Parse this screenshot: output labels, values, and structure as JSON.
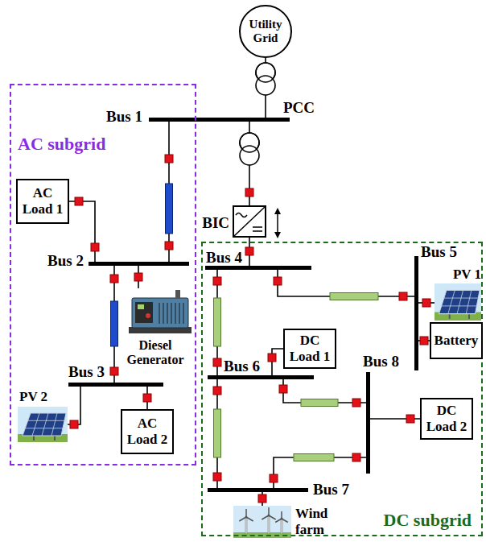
{
  "diagram": {
    "nodes": [
      {
        "text": [
          "Utility Grid"
        ]
      },
      {
        "text": [
          "Bus 1",
          "PCC"
        ]
      },
      {
        "text": [
          "AC subgrid"
        ]
      },
      {
        "text": [
          "AC Load 1"
        ],
        "in": 2
      },
      {
        "text": [
          "Bus 2"
        ],
        "in": 2
      },
      {
        "text": [
          "Diesel Generator"
        ],
        "in": 2
      },
      {
        "text": [
          "Bus 3"
        ],
        "in": 2
      },
      {
        "text": [
          "PV 2"
        ],
        "in": 2
      },
      {
        "text": [
          "AC Load 2"
        ],
        "in": 2
      },
      {
        "text": [
          "BIC"
        ]
      },
      {
        "text": [
          "DC subgrid"
        ]
      },
      {
        "text": [
          "Bus 4"
        ],
        "in": 10
      },
      {
        "text": [
          "Bus 5"
        ],
        "in": 10
      },
      {
        "text": [
          "PV 1"
        ],
        "in": 10
      },
      {
        "text": [
          "Battery"
        ],
        "in": 10
      },
      {
        "text": [
          "DC Load 1"
        ],
        "in": 10
      },
      {
        "text": [
          "Bus 6"
        ],
        "in": 10
      },
      {
        "text": [
          "Bus 8"
        ],
        "in": 10
      },
      {
        "text": [
          "DC Load 2"
        ],
        "in": 10
      },
      {
        "text": [
          "Bus 7"
        ],
        "in": 10
      },
      {
        "text": [
          "Wind farm"
        ],
        "in": 10
      }
    ],
    "edges": [
      {
        "from": 0,
        "to": 1,
        "arrow": "none"
      },
      {
        "from": 1,
        "to": 4,
        "arrow": "none"
      },
      {
        "from": 4,
        "to": 3,
        "arrow": "none"
      },
      {
        "from": 4,
        "to": 5,
        "arrow": "none"
      },
      {
        "from": 4,
        "to": 6,
        "arrow": "none"
      },
      {
        "from": 6,
        "to": 7,
        "arrow": "none"
      },
      {
        "from": 6,
        "to": 8,
        "arrow": "none"
      },
      {
        "from": 1,
        "to": 9,
        "arrow": "none"
      },
      {
        "from": 9,
        "to": 11,
        "arrow": "none"
      },
      {
        "from": 11,
        "to": 12,
        "arrow": "none"
      },
      {
        "from": 11,
        "to": 16,
        "arrow": "none"
      },
      {
        "from": 12,
        "to": 13,
        "arrow": "none"
      },
      {
        "from": 12,
        "to": 14,
        "arrow": "none"
      },
      {
        "from": 16,
        "to": 15,
        "arrow": "none"
      },
      {
        "from": 16,
        "to": 17,
        "arrow": "none"
      },
      {
        "from": 16,
        "to": 19,
        "arrow": "none"
      },
      {
        "from": 19,
        "to": 17,
        "arrow": "none"
      },
      {
        "from": 17,
        "to": 18,
        "arrow": "none"
      },
      {
        "from": 19,
        "to": 20,
        "arrow": "none"
      }
    ]
  }
}
